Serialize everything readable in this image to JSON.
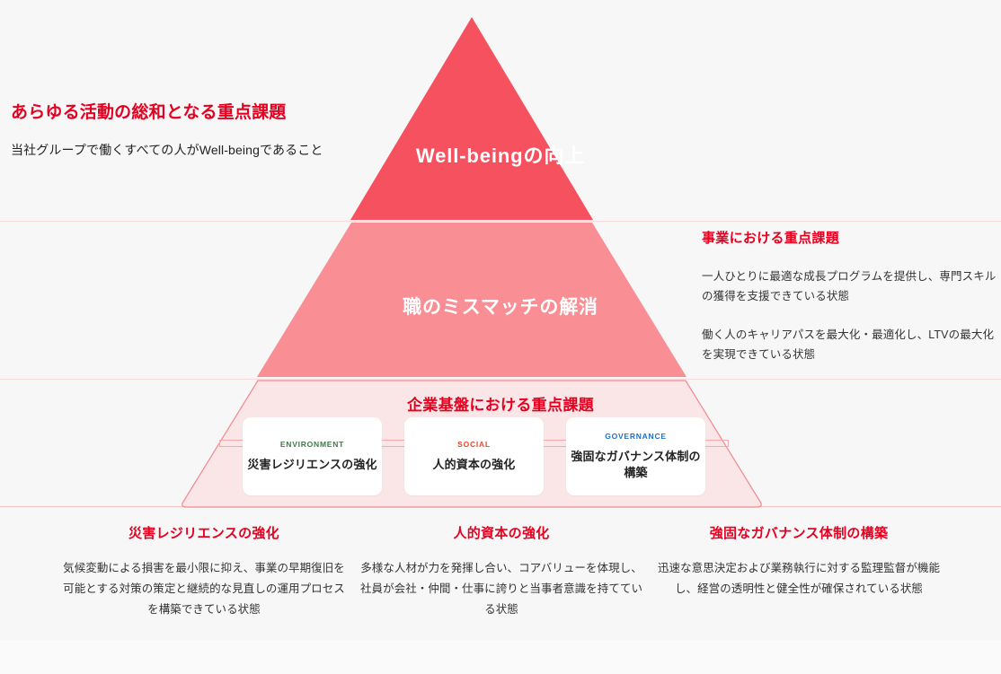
{
  "colors": {
    "background": "#f7f7f8",
    "background_footer": "#fafafb",
    "accent_red": "#e60020",
    "tier1_fill": "#f5515f",
    "tier2_fill": "#f98e95",
    "tier3_fill": "#fae6e6",
    "tier3_stroke": "#f08a90",
    "divider": "#fbd9dc",
    "environment": "#3f7a46",
    "social": "#e8482e",
    "governance": "#1f6fc4"
  },
  "left_block": {
    "heading": "あらゆる活動の総和となる重点課題",
    "subtitle": "当社グループで働くすべての人がWell-beingであること"
  },
  "pyramid": {
    "tier1_label": "Well-beingの向上",
    "tier2_label": "職のミスマッチの解消",
    "tier3_label": "企業基盤における重点課題"
  },
  "right_block": {
    "heading": "事業における重点課題",
    "paragraphs": [
      "一人ひとりに最適な成長プログラムを提供し、専門スキルの獲得を支援できている状態",
      "働く人のキャリアパスを最大化・最適化し、LTVの最大化を実現できている状態"
    ]
  },
  "esg_cards": [
    {
      "kicker": "ENVIRONMENT",
      "title": "災害レジリエンスの強化"
    },
    {
      "kicker": "SOCIAL",
      "title": "人的資本の強化"
    },
    {
      "kicker": "GOVERNANCE",
      "title": "強固なガバナンス体制の構築"
    }
  ],
  "bottom_columns": [
    {
      "title": "災害レジリエンスの強化",
      "body": "気候変動による損害を最小限に抑え、事業の早期復旧を可能とする対策の策定と継続的な見直しの運用プロセスを構築できている状態"
    },
    {
      "title": "人的資本の強化",
      "body": "多様な人材が力を発揮し合い、コアバリューを体現し、社員が会社・仲間・仕事に誇りと当事者意識を持てている状態"
    },
    {
      "title": "強固なガバナンス体制の構築",
      "body": "迅速な意思決定および業務執行に対する監理監督が機能し、経営の透明性と健全性が確保されている状態"
    }
  ]
}
